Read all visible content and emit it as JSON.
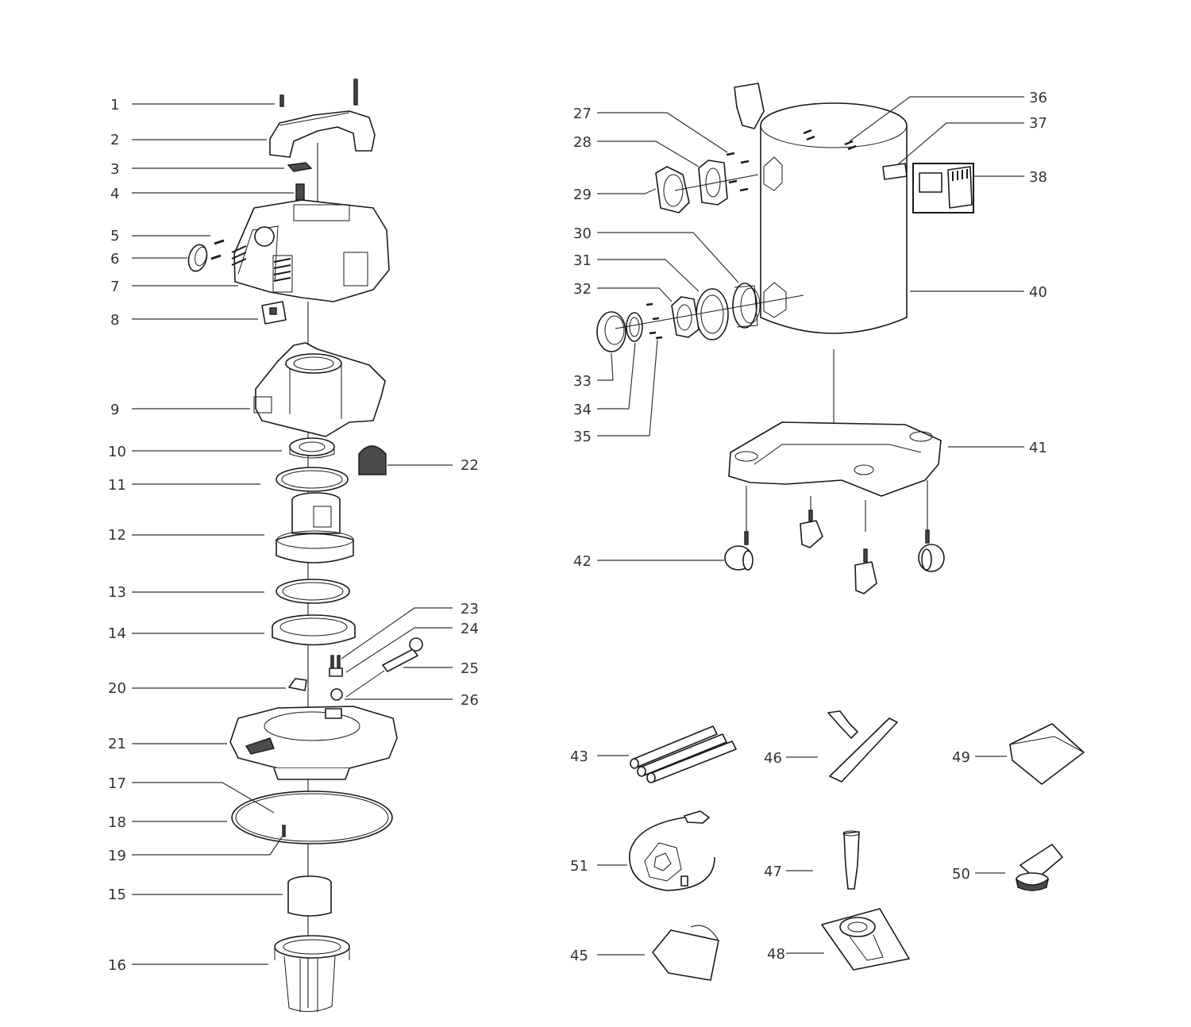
{
  "colors": {
    "line": "#1a1a1a",
    "label": "#333333",
    "background": "#ffffff"
  },
  "labels": {
    "p1": "1",
    "p2": "2",
    "p3": "3",
    "p4": "4",
    "p5": "5",
    "p6": "6",
    "p7": "7",
    "p8": "8",
    "p9": "9",
    "p10": "10",
    "p11": "11",
    "p12": "12",
    "p13": "13",
    "p14": "14",
    "p15": "15",
    "p16": "16",
    "p17": "17",
    "p18": "18",
    "p19": "19",
    "p20": "20",
    "p21": "21",
    "p22": "22",
    "p23": "23",
    "p24": "24",
    "p25": "25",
    "p26": "26",
    "p27": "27",
    "p28": "28",
    "p29": "29",
    "p30": "30",
    "p31": "31",
    "p32": "32",
    "p33": "33",
    "p34": "34",
    "p35": "35",
    "p36": "36",
    "p37": "37",
    "p38": "38",
    "p40": "40",
    "p41": "41",
    "p42": "42",
    "p43": "43",
    "p45": "45",
    "p46": "46",
    "p47": "47",
    "p48": "48",
    "p49": "49",
    "p50": "50",
    "p51": "51"
  }
}
